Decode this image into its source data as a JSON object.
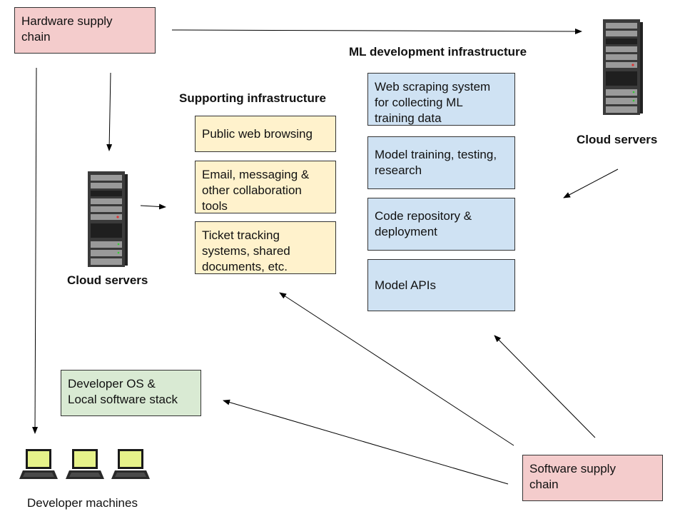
{
  "supply": {
    "hardware": "Hardware supply\nchain",
    "software": "Software supply\nchain"
  },
  "ml_infra": {
    "title": "ML development infrastructure",
    "items": [
      "Web scraping system\nfor collecting ML\ntraining data",
      "Model training, testing,\nresearch",
      "Code repository &\ndeployment",
      "Model APIs"
    ]
  },
  "support_infra": {
    "title": "Supporting infrastructure",
    "items": [
      "Public web browsing",
      "Email, messaging &\nother collaboration\ntools",
      "Ticket tracking\nsystems, shared\ndocuments, etc."
    ]
  },
  "servers": {
    "left_label": "Cloud servers",
    "right_label": "Cloud servers",
    "icon": "server-rack-icon"
  },
  "developer": {
    "os_stack": "Developer OS &\nLocal software stack",
    "machines_label": "Developer machines",
    "icon": "laptop-icon"
  },
  "colors": {
    "supply_chain": "#f4cccc",
    "supporting": "#fff2cc",
    "ml": "#cfe2f3",
    "developer": "#d9ead3"
  }
}
